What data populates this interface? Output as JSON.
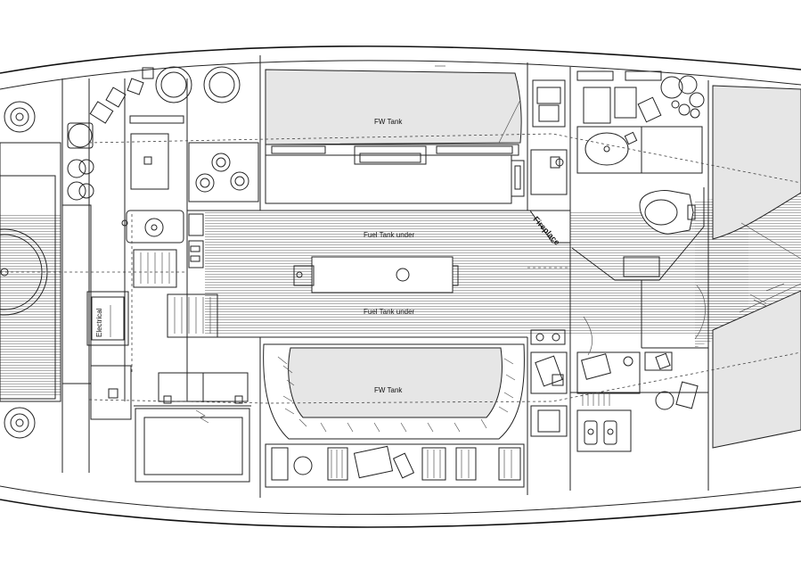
{
  "labels": {
    "fw_tank_fwd": "FW Tank",
    "fw_tank_aft": "FW Tank",
    "fuel_tank_upper": "Fuel Tank under",
    "fuel_tank_lower": "Fuel Tank under",
    "fireplace": "Fireplace",
    "electrical": "Electrical"
  },
  "colors": {
    "line": "#222222",
    "tank_fill": "#e6e6e6",
    "floor_stripe": "#9a9a9a",
    "background": "#ffffff"
  }
}
